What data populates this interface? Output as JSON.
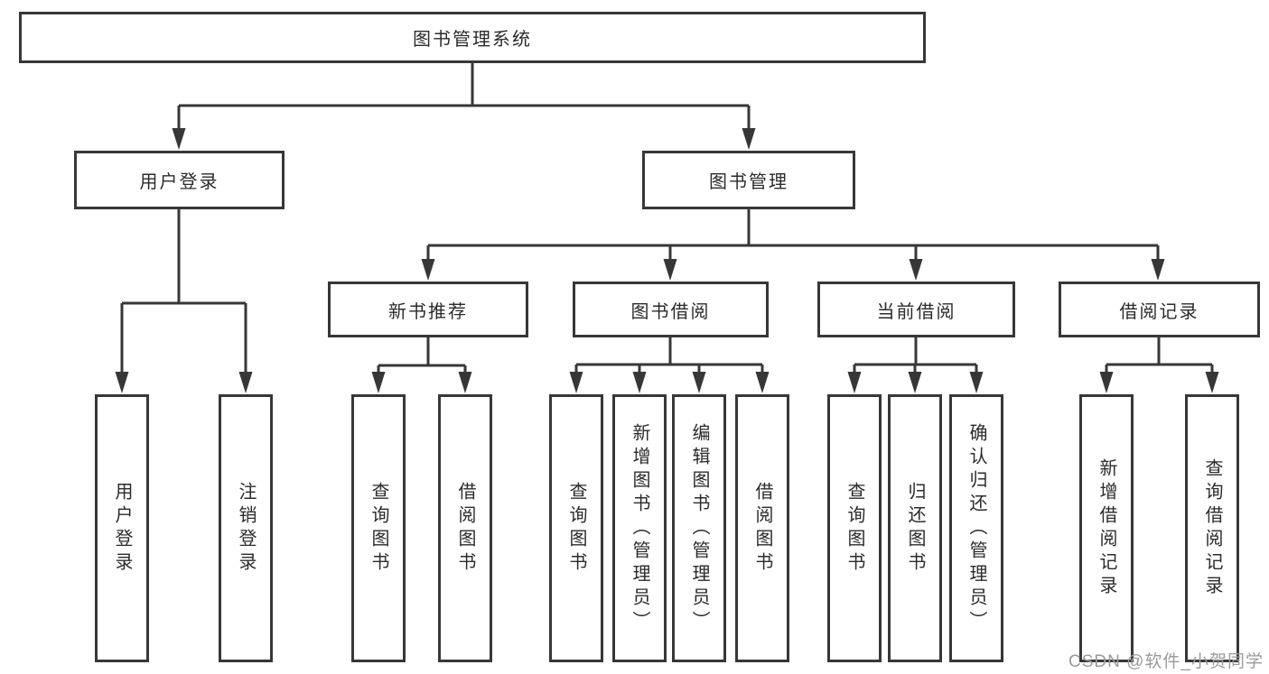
{
  "diagram": {
    "root": {
      "label": "图书管理系统"
    },
    "branches": [
      {
        "label": "用户登录",
        "leaves": [
          {
            "label": "用户登录"
          },
          {
            "label": "注销登录"
          }
        ]
      },
      {
        "label": "图书管理",
        "groups": [
          {
            "label": "新书推荐",
            "leaves": [
              {
                "label": "查询图书"
              },
              {
                "label": "借阅图书"
              }
            ]
          },
          {
            "label": "图书借阅",
            "leaves": [
              {
                "label": "查询图书"
              },
              {
                "label": "新增图书（管理员）"
              },
              {
                "label": "编辑图书（管理员）"
              },
              {
                "label": "借阅图书"
              }
            ]
          },
          {
            "label": "当前借阅",
            "leaves": [
              {
                "label": "查询图书"
              },
              {
                "label": "归还图书"
              },
              {
                "label": "确认归还（管理员）"
              }
            ]
          },
          {
            "label": "借阅记录",
            "leaves": [
              {
                "label": "新增借阅记录"
              },
              {
                "label": "查询借阅记录"
              }
            ]
          }
        ]
      }
    ]
  },
  "watermark": {
    "text": "CSDN @软件_小贺同学",
    "color": "#9b9b9b"
  },
  "colors": {
    "line": "#373737",
    "text": "#2b2b2b",
    "background": "#ffffff"
  }
}
